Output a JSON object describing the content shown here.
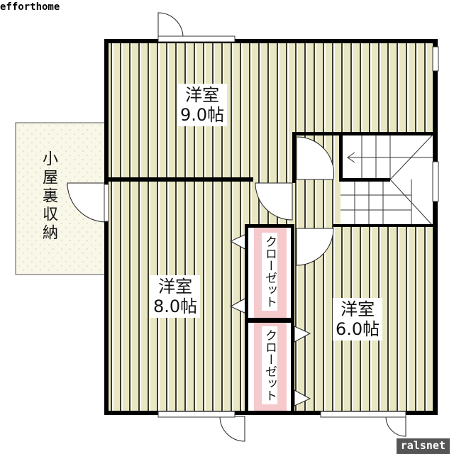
{
  "watermarks": {
    "top_left": "efforthome",
    "bottom_right": "ralsnet"
  },
  "rooms": {
    "room_9": {
      "type": "洋室",
      "size": "9.0帖"
    },
    "room_8": {
      "type": "洋室",
      "size": "8.0帖"
    },
    "room_6": {
      "type": "洋室",
      "size": "6.0帖"
    },
    "loft": {
      "label": "小屋裏収納"
    },
    "closet_upper": {
      "label": "クローゼット"
    },
    "closet_lower": {
      "label": "クローゼット"
    }
  },
  "colors": {
    "floor": "#e9e7c3",
    "floor_line": "#3a3a2a",
    "closet": "#f6c9cd",
    "loft": "#f9f7e8",
    "wall": "#000000"
  }
}
